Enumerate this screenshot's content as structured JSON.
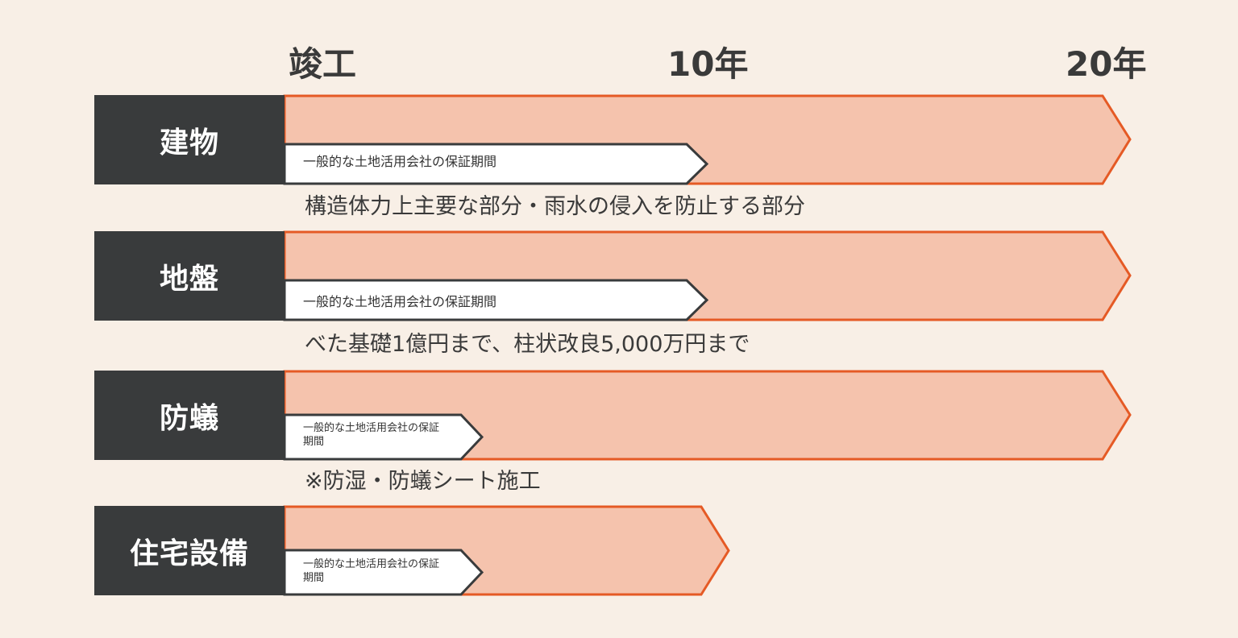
{
  "header": {
    "start": "竣工",
    "mid": "10年",
    "end": "20年"
  },
  "colors": {
    "background": "#f8efe6",
    "label_bg": "#393b3c",
    "long_arrow_fill": "#f5c3ad",
    "arrow_stroke": "#e55a25",
    "inner_fill": "#ffffff",
    "inner_stroke": "#393b3c"
  },
  "rows": [
    {
      "label": "建物",
      "inner": "一般的な土地活用会社の保証期間",
      "note": "構造体力上主要な部分・雨水の侵入を防止する部分"
    },
    {
      "label": "地盤",
      "inner": "一般的な土地活用会社の保証期間",
      "note": "べた基礎1億円まで、柱状改良5,000万円まで"
    },
    {
      "label": "防蟻",
      "inner": "一般的な土地活用会社の保証期間",
      "note": "※防湿・防蟻シート施工"
    },
    {
      "label": "住宅設備",
      "inner": "一般的な土地活用会社の保証期間"
    }
  ]
}
